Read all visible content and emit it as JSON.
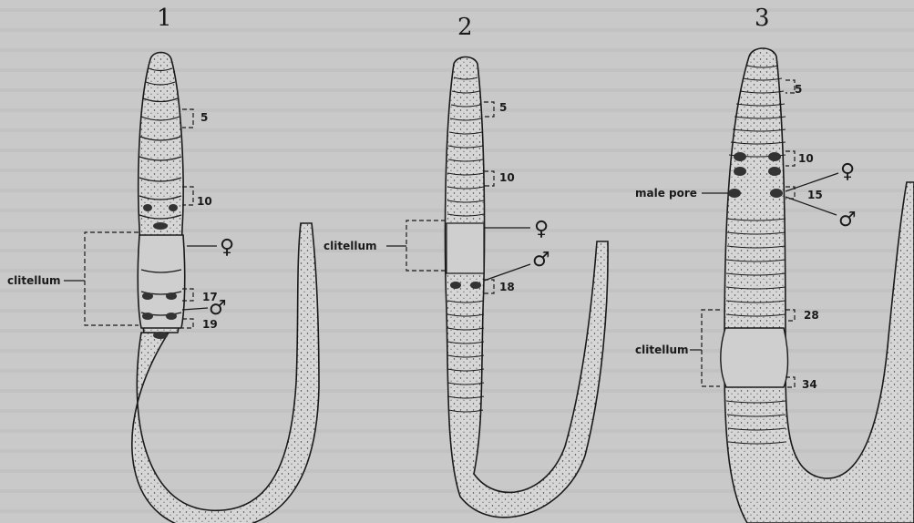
{
  "figure": {
    "panels": [
      {
        "number": "1",
        "labels": {
          "clitellum": "clitellum",
          "female": "♀",
          "male": "♂"
        },
        "segments": {
          "s5": "5",
          "s10": "10",
          "s17": "17",
          "s19": "19"
        }
      },
      {
        "number": "2",
        "labels": {
          "clitellum": "clitellum",
          "female": "♀",
          "male": "♂"
        },
        "segments": {
          "s5": "5",
          "s10": "10",
          "s18": "18"
        }
      },
      {
        "number": "3",
        "labels": {
          "male_pore": "male pore",
          "clitellum": "clitellum",
          "female": "♀",
          "male": "♂"
        },
        "segments": {
          "s5": "5",
          "s10": "10",
          "s15": "15",
          "s28": "28",
          "s34": "34"
        }
      }
    ]
  },
  "colors": {
    "paper": "#c9c9c9",
    "worm_fill": "#d9d9d9",
    "ink": "#1a1a1a",
    "background_text": "#b3b3b3"
  }
}
